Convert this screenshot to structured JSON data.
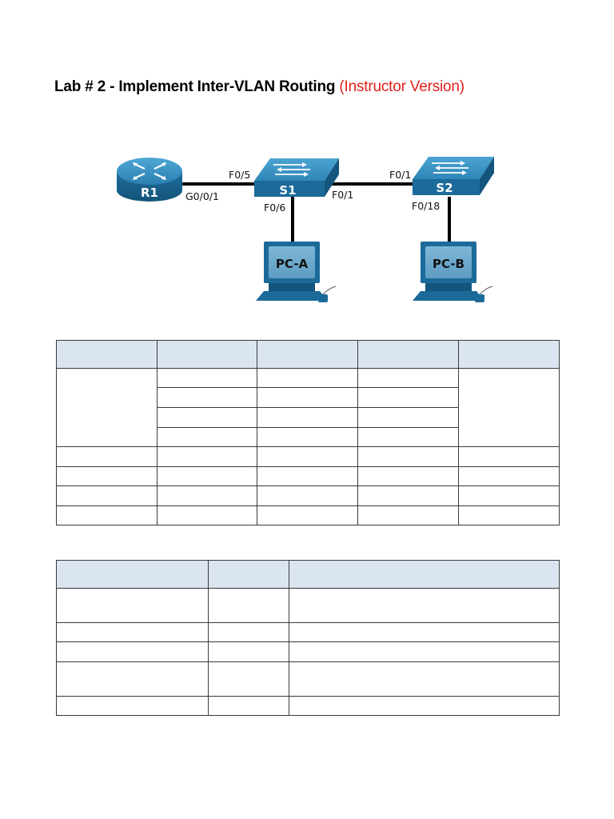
{
  "document": {
    "title": "Lab # 2 - Implement Inter-VLAN Routing",
    "subtitle": "(Instructor Version)"
  },
  "topology": {
    "devices": {
      "r1": "R1",
      "s1": "S1",
      "s2": "S2",
      "pca": "PC-A",
      "pcb": "PC-B"
    },
    "ports": {
      "r1_g001": "G0/0/1",
      "s1_f05": "F0/5",
      "s1_f06": "F0/6",
      "s1_f01": "F0/1",
      "s2_f01": "F0/1",
      "s2_f018": "F0/18"
    },
    "colors": {
      "device_blue": "#1b6a99",
      "device_light": "#3f9ccd",
      "link": "#000000"
    }
  },
  "addressing_table": {
    "columns": 5,
    "header_cells": [
      "",
      "",
      "",
      "",
      ""
    ],
    "rows": 8,
    "note": ""
  },
  "vlan_table": {
    "columns": 3,
    "header_cells": [
      "",
      "",
      ""
    ],
    "rows": 5
  }
}
